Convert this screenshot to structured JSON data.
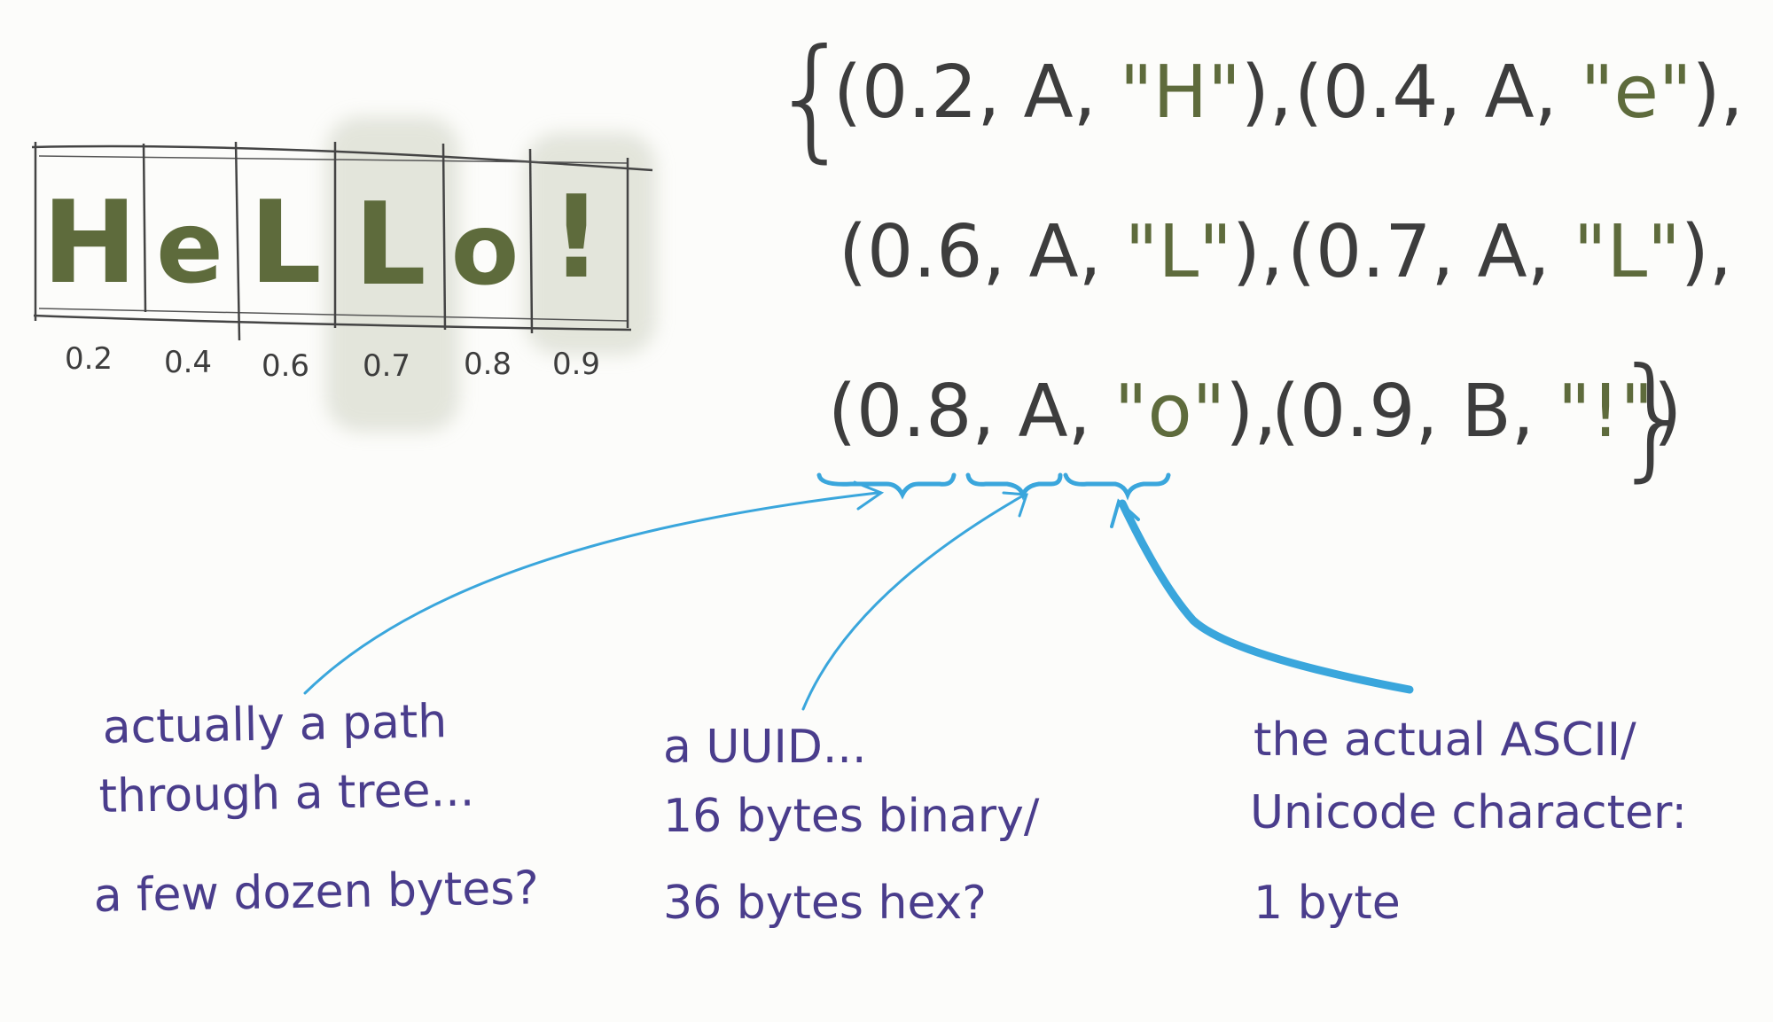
{
  "hello_strip": {
    "letters": [
      "H",
      "e",
      "L",
      "L",
      "o",
      "!"
    ],
    "positions": [
      "0.2",
      "0.4",
      "0.6",
      "0.7",
      "0.8",
      "0.9"
    ]
  },
  "tuple_set": {
    "open_brace": "{",
    "close_brace": "}",
    "rows": [
      [
        {
          "prefix": "(0.2, A, ",
          "char": "\"H\"",
          "suffix": "),"
        },
        {
          "prefix": "(0.4, A, ",
          "char": "\"e\"",
          "suffix": "),"
        }
      ],
      [
        {
          "prefix": "(0.6, A, ",
          "char": "\"L\"",
          "suffix": "),"
        },
        {
          "prefix": "(0.7, A, ",
          "char": "\"L\"",
          "suffix": "),"
        }
      ],
      [
        {
          "prefix": "(0.8, A, ",
          "char": "\"o\"",
          "suffix": "),"
        },
        {
          "prefix": "(0.9, B, ",
          "char": "\"!\"",
          "suffix": ")"
        }
      ]
    ]
  },
  "annotations": [
    {
      "lines": [
        "actually a path",
        "through a tree...",
        "a few dozen bytes?"
      ]
    },
    {
      "lines": [
        "a UUID...",
        "16 bytes binary/",
        "36 bytes hex?"
      ]
    },
    {
      "lines": [
        "the actual ASCII/",
        "Unicode character:",
        "1 byte"
      ]
    }
  ],
  "colors": {
    "ink": "#3d3d3d",
    "letters": "#5e6b3c",
    "notes": "#4a3d8c",
    "arrows": "#3aa6dc",
    "highlight": "#a0aa8c"
  }
}
